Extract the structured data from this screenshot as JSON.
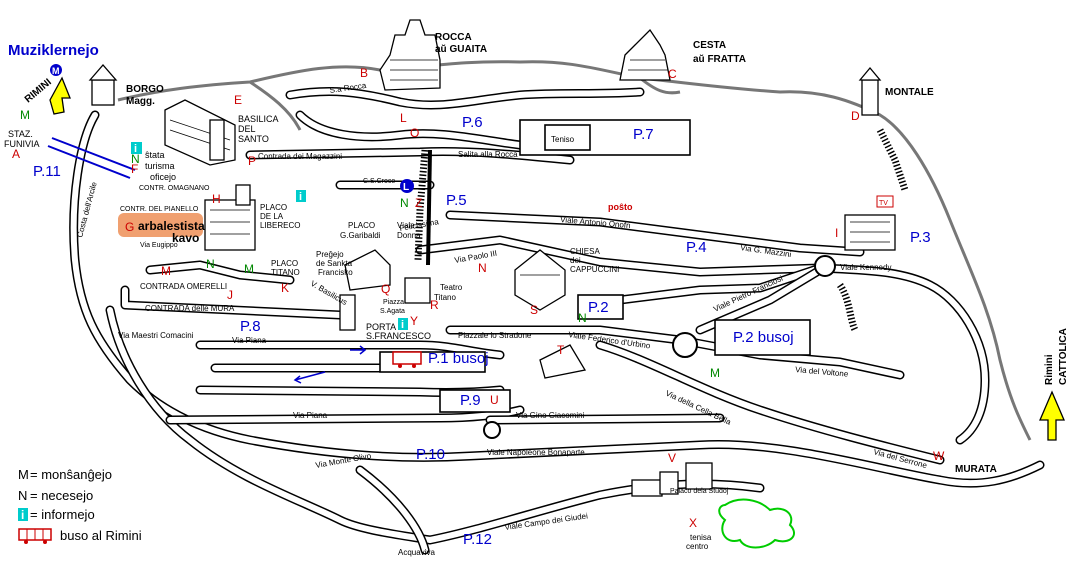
{
  "title": "Muziklernejo",
  "places": {
    "rocca": "ROCCA",
    "rocca_sub": "aŭ GUAITA",
    "cesta": "CESTA",
    "cesta_sub": "aŭ FRATTA",
    "montale": "MONTALE",
    "borgo": "BORGO",
    "borgo_sub": "Magg.",
    "rimini": "RIMINI",
    "staz1": "STAZ.",
    "staz2": "FUNIVIA",
    "basilica1": "BASILICA",
    "basilica2": "DEL",
    "basilica3": "SANTO",
    "stata1": "ŝtata",
    "stata2": "turisma",
    "stata3": "oficejo",
    "placo_liberecoj1": "PLACO",
    "placo_liberecoj2": "DE LA",
    "placo_liberecoj3": "LIBERECO",
    "arbalestista1": "arbalestista",
    "arbalestista2": "kavo",
    "placo_garibaldi1": "PLACO",
    "placo_garibaldi2": "G.Garibaldi",
    "viale_donna1": "Viale",
    "viale_donna2": "Donna",
    "pregejo1": "Preĝejo",
    "pregejo2": "de Sankta",
    "pregejo3": "Francisko",
    "chiesa1": "CHIESA",
    "chiesa2": "dei",
    "chiesa3": "CAPPUCCINI",
    "teatro1": "Teatro",
    "teatro2": "Titano",
    "piazza1": "Piazza",
    "piazza2": "S.Agata",
    "porta1": "PORTA",
    "porta2": "S.FRANCESCO",
    "placo_titano1": "PLACO",
    "placo_titano2": "TITANO",
    "teniso": "Teniso",
    "posto": "poŝto",
    "murata": "MURATA",
    "cattolica1": "Rimini",
    "cattolica2": "CATTOLICA",
    "palazzo": "Palaco dela Studoj",
    "tenisa1": "tenisa",
    "tenisa2": "centro",
    "acquaviva": "Acquaviva",
    "tv": "TV"
  },
  "streets": {
    "sa_rocca": "S.a Rocca",
    "salita_rocca": "Salita alla Rocca",
    "contrada_magazzini": "Contrada dei Magazzini",
    "cs_croce": "C.S.Croce",
    "omagnano": "CONTR. OMAGNANO",
    "pianello": "CONTR. DEL PIANELLO",
    "eugippo": "Via Eugippo",
    "omerelli": "CONTRADA OMERELLI",
    "delle_mura": "CONTRADA delle MURA",
    "costa_arcile": "Costa dell'Arcile",
    "felicissima": "Felicissima",
    "antonio_onofri": "Viale Antonio Onofri",
    "mazzini": "Via G. Mazzini",
    "kennedy": "Viale Kennedy",
    "paolo_iii": "Via Paolo III",
    "basilicus": "V. Basilicus",
    "pietro_franciosi": "Viale Pietro Franciosi",
    "maestri_comacini": "Via Maestri Comacini",
    "via_piana": "Via Piana",
    "via_piana2": "Via Piana",
    "piazzale_stradone": "Piazzale lo Stradone",
    "federico": "Viale Federico d'Urbino",
    "voltone": "Via del Voltone",
    "cella_bella": "Via della Cella Bella",
    "gino_giacomini": "Via Gino Giacomini",
    "napoleone": "Viale Napoleone Bonaparte",
    "via_del_serrone": "Via del Serrone",
    "monte_olivo": "Via Monte Olivo",
    "campo_giudei": "Viale Campo dei Giudei"
  },
  "letters": {
    "A": "A",
    "B": "B",
    "C": "C",
    "D": "D",
    "E": "E",
    "F": "F",
    "G": "G",
    "H": "H",
    "I": "I",
    "J": "J",
    "K": "K",
    "L": "L",
    "M": "M",
    "N": "N",
    "O": "O",
    "P": "P",
    "Q": "Q",
    "R": "R",
    "S": "S",
    "T": "T",
    "U": "U",
    "V": "V",
    "W": "W",
    "X": "X",
    "Y": "Y",
    "Z": "Z"
  },
  "markers": {
    "m_green": "M",
    "n_green": "N",
    "info": "i",
    "metro_m": "M",
    "l_circle": "L"
  },
  "parking": {
    "p1": "P.1 busoj",
    "p2": "P.2",
    "p2b": "P.2 busoj",
    "p3": "P.3",
    "p4": "P.4",
    "p5": "P.5",
    "p6": "P.6",
    "p7": "P.7",
    "p8": "P.8",
    "p9": "P.9",
    "p10": "P.10",
    "p11": "P.11",
    "p12": "P.12"
  },
  "legend": {
    "m_key": "M",
    "m_text": " = monŝanĝejo",
    "n_key": "N",
    "n_text": " = necesejo",
    "i_key": "i",
    "i_text": " = informejo",
    "bus_text": "buso al Rimini"
  },
  "colors": {
    "red": "#cc0000",
    "blue": "#0000cc",
    "green": "#008800",
    "cyan": "#00cccc",
    "orange": "#f0a070",
    "yellow": "#ffff00",
    "gray_wall": "#777777"
  }
}
